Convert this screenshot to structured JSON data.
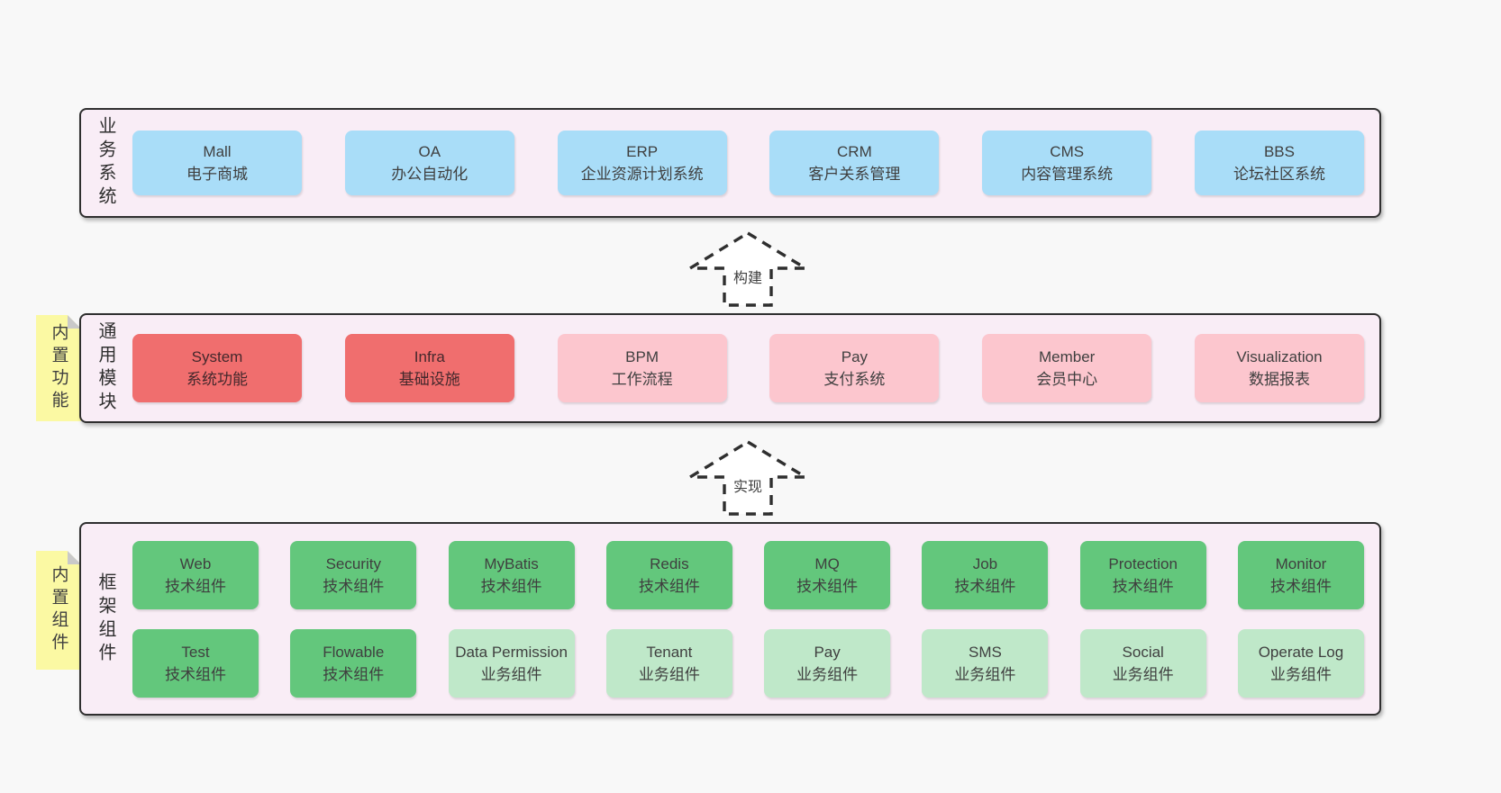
{
  "palette": {
    "page_bg": "#f8f8f8",
    "container_bg": "#f9edf6",
    "container_border": "#2f2f2f",
    "blue_box": "#a9ddf8",
    "red_box": "#f06e6e",
    "pink_box": "#fcc6ce",
    "green_box": "#63c77c",
    "light_green_box": "#bfe8c9",
    "note_yellow": "#fbf9a3",
    "note_fold_gray": "#c9c9c9"
  },
  "arrows": {
    "build": "构建",
    "implement": "实现"
  },
  "layers": {
    "business": {
      "label": "业务系统",
      "items": [
        {
          "name": "Mall",
          "desc": "电子商城"
        },
        {
          "name": "OA",
          "desc": "办公自动化"
        },
        {
          "name": "ERP",
          "desc": "企业资源计划系统"
        },
        {
          "name": "CRM",
          "desc": "客户关系管理"
        },
        {
          "name": "CMS",
          "desc": "内容管理系统"
        },
        {
          "name": "BBS",
          "desc": "论坛社区系统"
        }
      ]
    },
    "modules": {
      "label": "通用模块",
      "note": "内置功能",
      "items": [
        {
          "name": "System",
          "desc": "系统功能"
        },
        {
          "name": "Infra",
          "desc": "基础设施"
        },
        {
          "name": "BPM",
          "desc": "工作流程"
        },
        {
          "name": "Pay",
          "desc": "支付系统"
        },
        {
          "name": "Member",
          "desc": "会员中心"
        },
        {
          "name": "Visualization",
          "desc": "数据报表"
        }
      ]
    },
    "components": {
      "label": "框架组件",
      "note": "内置组件",
      "row1": [
        {
          "name": "Web",
          "desc": "技术组件"
        },
        {
          "name": "Security",
          "desc": "技术组件"
        },
        {
          "name": "MyBatis",
          "desc": "技术组件"
        },
        {
          "name": "Redis",
          "desc": "技术组件"
        },
        {
          "name": "MQ",
          "desc": "技术组件"
        },
        {
          "name": "Job",
          "desc": "技术组件"
        },
        {
          "name": "Protection",
          "desc": "技术组件"
        },
        {
          "name": "Monitor",
          "desc": "技术组件"
        }
      ],
      "row2": [
        {
          "name": "Test",
          "desc": "技术组件"
        },
        {
          "name": "Flowable",
          "desc": "技术组件"
        },
        {
          "name": "Data Permission",
          "desc": "业务组件"
        },
        {
          "name": "Tenant",
          "desc": "业务组件"
        },
        {
          "name": "Pay",
          "desc": "业务组件"
        },
        {
          "name": "SMS",
          "desc": "业务组件"
        },
        {
          "name": "Social",
          "desc": "业务组件"
        },
        {
          "name": "Operate Log",
          "desc": "业务组件"
        }
      ]
    }
  }
}
